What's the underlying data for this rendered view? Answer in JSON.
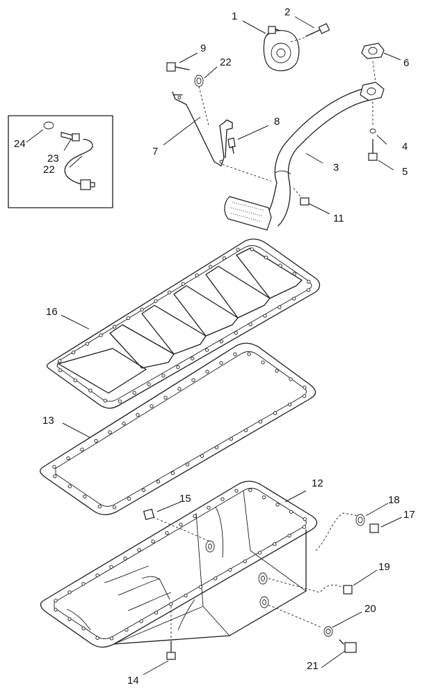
{
  "callouts": {
    "c1": "1",
    "c2": "2",
    "c3": "3",
    "c4": "4",
    "c5": "5",
    "c6": "6",
    "c7": "7",
    "c8": "8",
    "c9": "9",
    "c11": "11",
    "c12": "12",
    "c13": "13",
    "c14": "14",
    "c15": "15",
    "c16": "16",
    "c17": "17",
    "c18": "18",
    "c19": "19",
    "c20": "20",
    "c21": "21",
    "c22a": "22",
    "c22b": "22",
    "c23": "23",
    "c24": "24"
  },
  "colors": {
    "line": "#1a1a1a",
    "background": "#ffffff"
  }
}
